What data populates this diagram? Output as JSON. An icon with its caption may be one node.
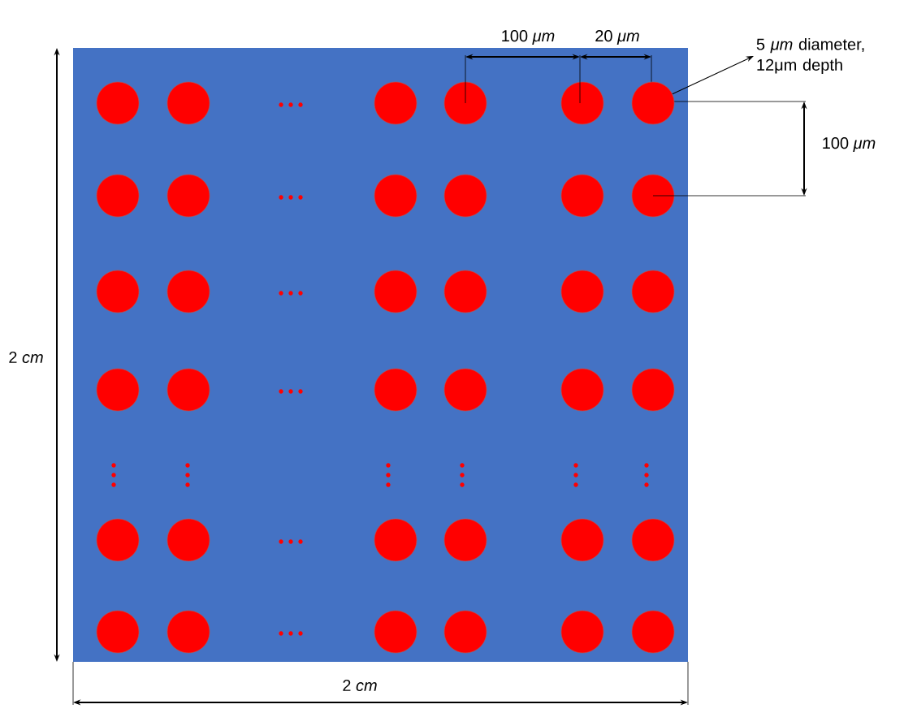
{
  "diagram": {
    "nodes": [
      {
        "text": [
          "5 *μm* diameter, 12μm depth"
        ]
      },
      {
        "text": [],
        "shape": "circle"
      }
    ],
    "edges": [
      {
        "from": 1,
        "to": 0,
        "arrow": "to"
      }
    ],
    "labels": [
      "100 *μm*",
      "20 *μm*",
      "100 *μm*",
      "2 *cm*",
      "2 *cm*"
    ]
  }
}
